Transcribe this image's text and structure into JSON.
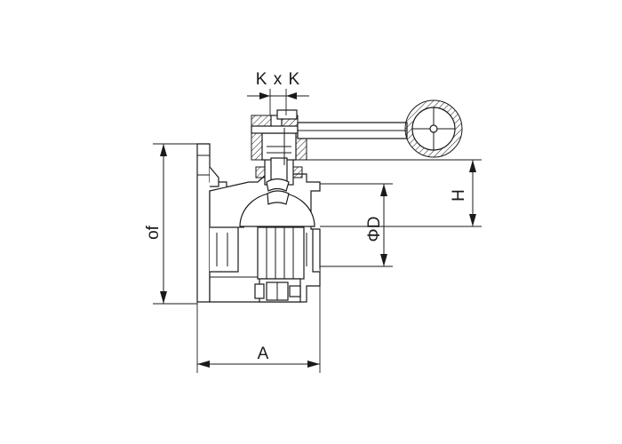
{
  "dimensions": {
    "kxk": "K x K",
    "of": "of",
    "phid": "ΦD",
    "h": "H",
    "a": "A"
  }
}
